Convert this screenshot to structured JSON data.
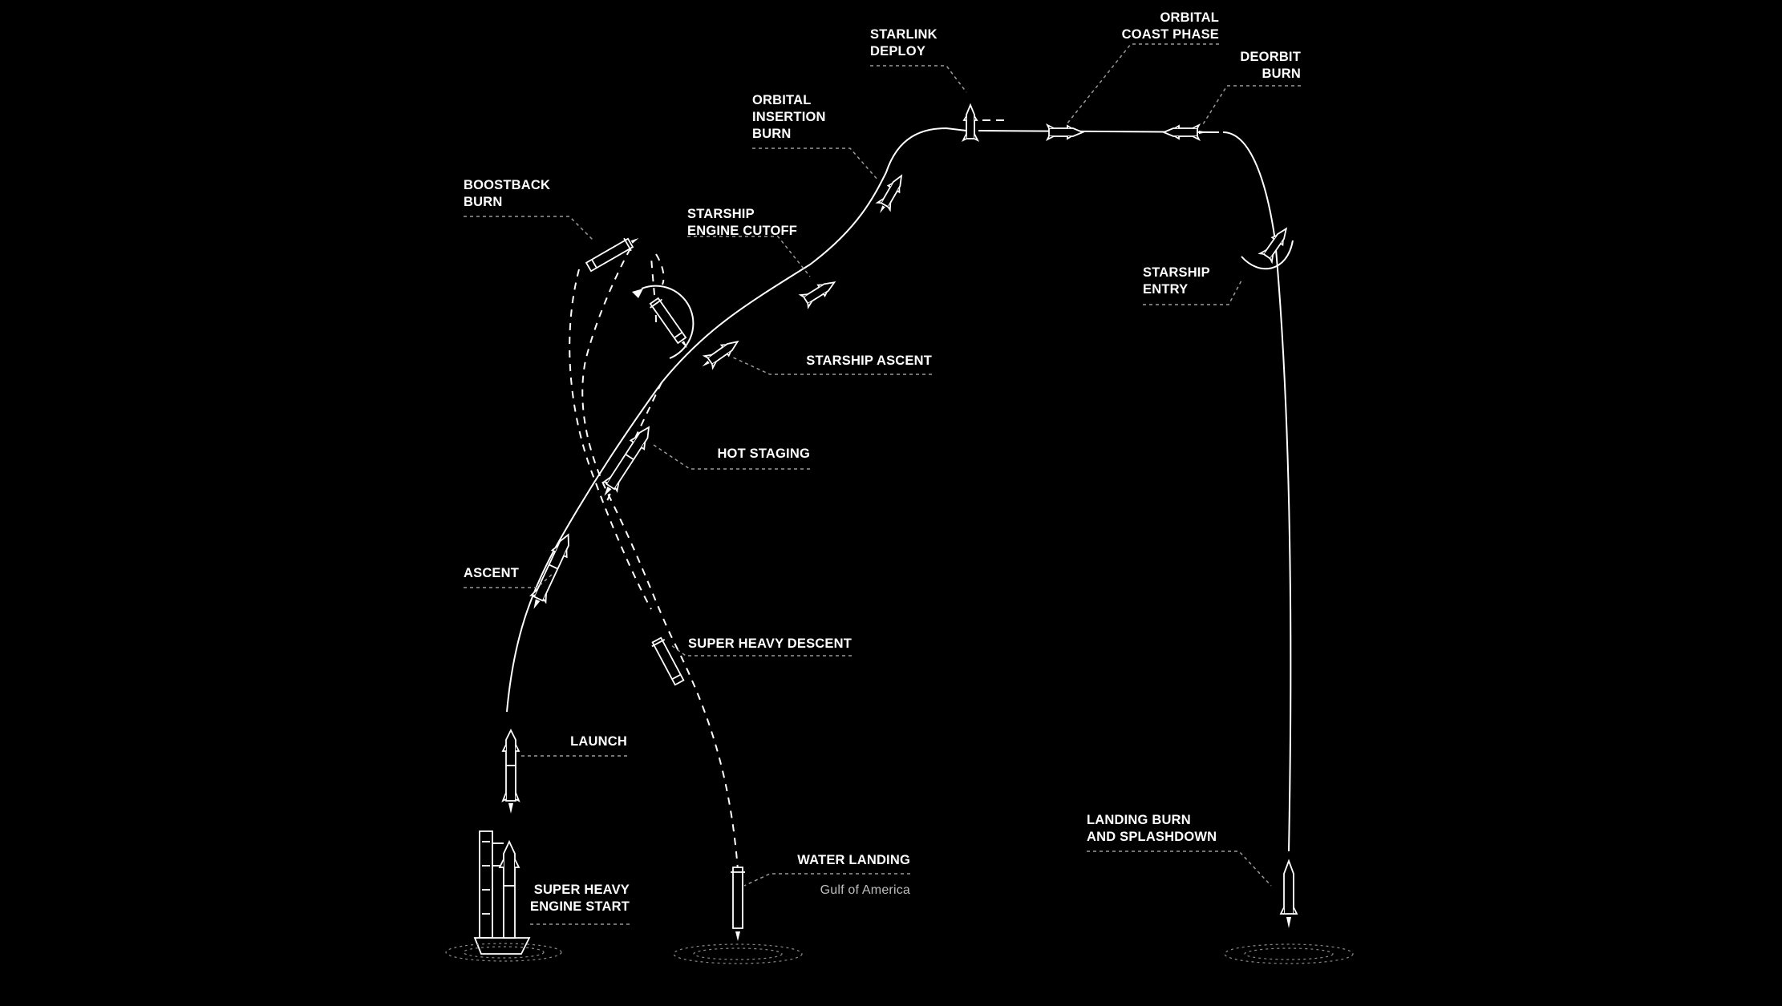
{
  "labels": {
    "boostback": [
      "BOOSTBACK",
      "BURN"
    ],
    "engine_cutoff": [
      "STARSHIP",
      "ENGINE CUTOFF"
    ],
    "orbital_insertion": [
      "ORBITAL",
      "INSERTION",
      "BURN"
    ],
    "starlink_deploy": [
      "STARLINK",
      "DEPLOY"
    ],
    "orbital_coast": [
      "ORBITAL",
      "COAST PHASE"
    ],
    "deorbit_burn": [
      "DEORBIT",
      "BURN"
    ],
    "starship_entry": [
      "STARSHIP",
      "ENTRY"
    ],
    "starship_ascent": "STARSHIP ASCENT",
    "hot_staging": "HOT STAGING",
    "ascent": "ASCENT",
    "super_heavy_descent": "SUPER HEAVY DESCENT",
    "launch": "LAUNCH",
    "water_landing": "WATER LANDING",
    "water_landing_location": "Gulf of America",
    "engine_start": [
      "SUPER HEAVY",
      "ENGINE START"
    ],
    "landing_burn": [
      "LANDING BURN",
      "AND SPLASHDOWN"
    ]
  },
  "colors": {
    "background": "#000000",
    "line": "#ffffff",
    "leader": "#9a9a9a",
    "sub_text": "#bdbdbd"
  }
}
